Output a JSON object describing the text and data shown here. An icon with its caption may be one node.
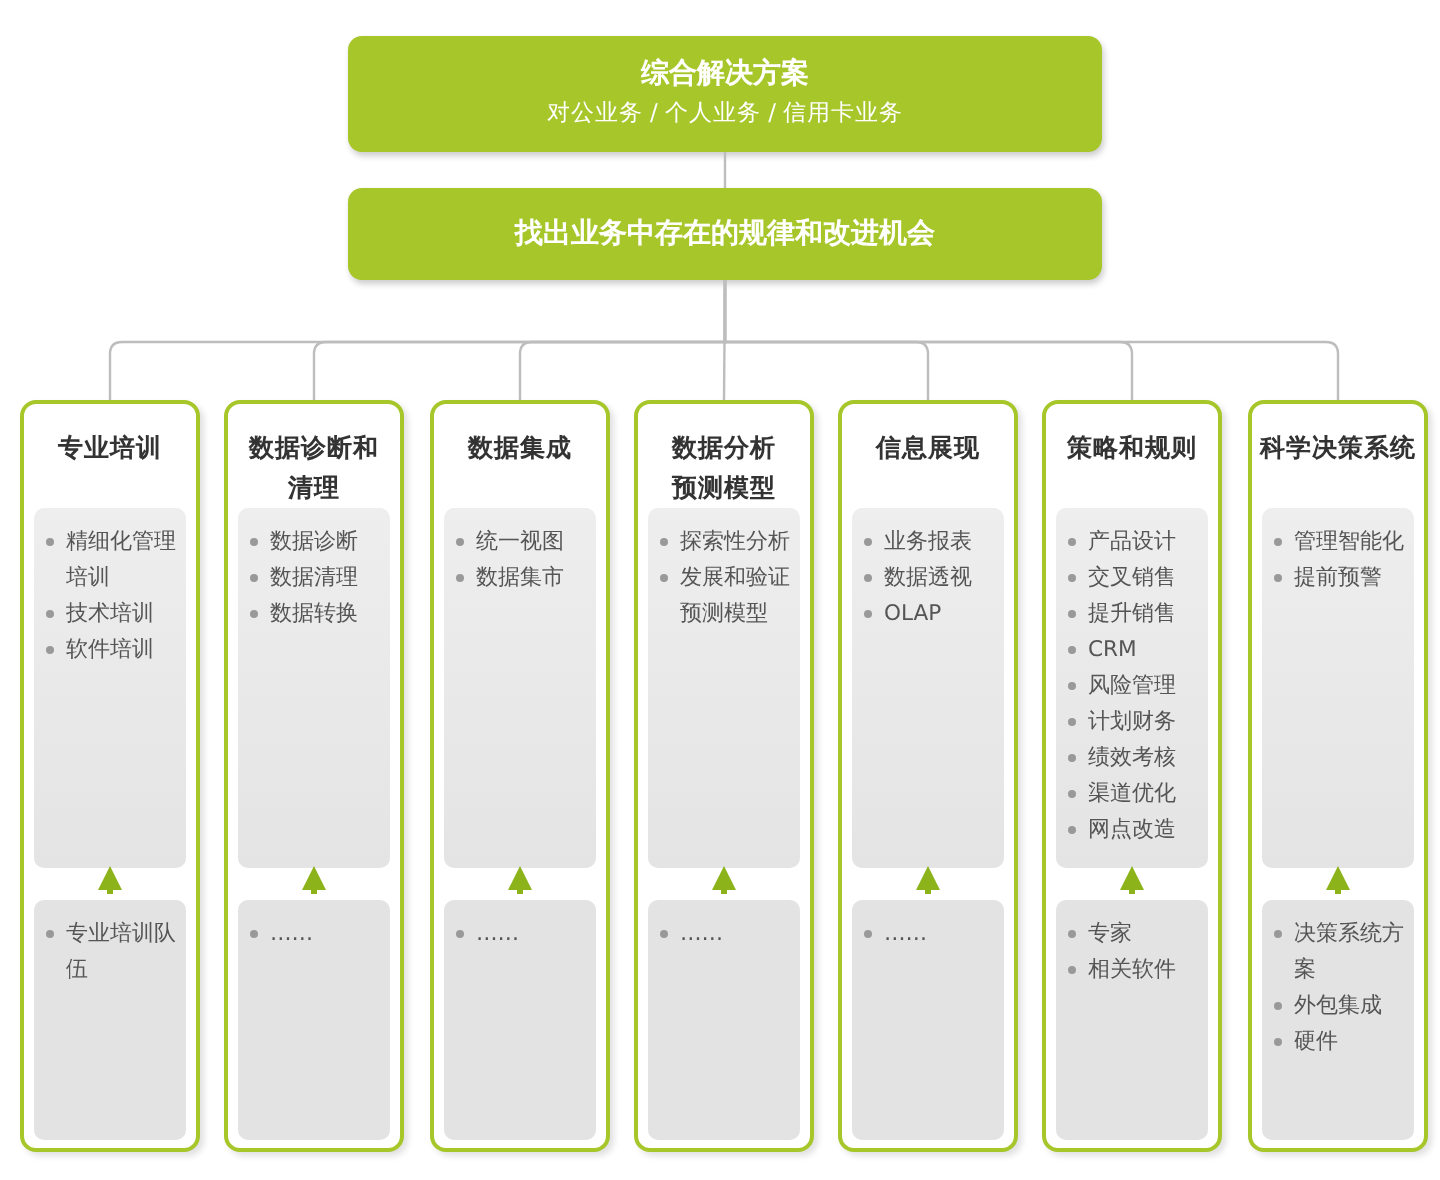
{
  "diagram": {
    "nodes": [
      {
        "text": [
          "综合解决方案",
          "对公业务 / 个人业务 / 信用卡业务"
        ]
      },
      {
        "text": [
          "找出业务中存在的规律和改进机会"
        ]
      },
      {
        "text": [
          "专业培训"
        ]
      },
      {
        "text": [
          "精细化管理培训",
          "技术培训",
          "软件培训"
        ],
        "in": 2
      },
      {
        "text": [
          "专业培训队伍"
        ],
        "in": 2
      },
      {
        "text": [
          "数据诊断和清理"
        ]
      },
      {
        "text": [
          "数据诊断",
          "数据清理",
          "数据转换"
        ],
        "in": 5
      },
      {
        "text": [
          "……"
        ],
        "in": 5
      },
      {
        "text": [
          "数据集成"
        ]
      },
      {
        "text": [
          "统一视图",
          "数据集市"
        ],
        "in": 8
      },
      {
        "text": [
          "……"
        ],
        "in": 8
      },
      {
        "text": [
          "数据分析预测模型"
        ]
      },
      {
        "text": [
          "探索性分析",
          "发展和验证预测模型"
        ],
        "in": 11
      },
      {
        "text": [
          "……"
        ],
        "in": 11
      },
      {
        "text": [
          "信息展现"
        ]
      },
      {
        "text": [
          "业务报表",
          "数据透视",
          "OLAP"
        ],
        "in": 14
      },
      {
        "text": [
          "……"
        ],
        "in": 14
      },
      {
        "text": [
          "策略和规则"
        ]
      },
      {
        "text": [
          "产品设计",
          "交叉销售",
          "提升销售",
          "CRM",
          "风险管理",
          "计划财务",
          "绩效考核",
          "渠道优化",
          "网点改造"
        ],
        "in": 17
      },
      {
        "text": [
          "专家",
          "相关软件"
        ],
        "in": 17
      },
      {
        "text": [
          "科学决策系统"
        ]
      },
      {
        "text": [
          "管理智能化",
          "提前预警"
        ],
        "in": 20
      },
      {
        "text": [
          "决策系统方案",
          "外包集成",
          "硬件"
        ],
        "in": 20
      }
    ],
    "edges": [
      {
        "from": 0,
        "to": 1,
        "arrow": "none"
      },
      {
        "from": 1,
        "to": 2,
        "arrow": "none"
      },
      {
        "from": 1,
        "to": 5,
        "arrow": "none"
      },
      {
        "from": 1,
        "to": 8,
        "arrow": "none"
      },
      {
        "from": 1,
        "to": 11,
        "arrow": "none"
      },
      {
        "from": 1,
        "to": 14,
        "arrow": "none"
      },
      {
        "from": 1,
        "to": 17,
        "arrow": "none"
      },
      {
        "from": 1,
        "to": 20,
        "arrow": "none"
      },
      {
        "from": 4,
        "to": 3,
        "arrow": "to",
        "style": "thick",
        "color": "#8db31a"
      },
      {
        "from": 7,
        "to": 6,
        "arrow": "to",
        "style": "thick",
        "color": "#8db31a"
      },
      {
        "from": 10,
        "to": 9,
        "arrow": "to",
        "style": "thick",
        "color": "#8db31a"
      },
      {
        "from": 13,
        "to": 12,
        "arrow": "to",
        "style": "thick",
        "color": "#8db31a"
      },
      {
        "from": 16,
        "to": 15,
        "arrow": "to",
        "style": "thick",
        "color": "#8db31a"
      },
      {
        "from": 19,
        "to": 18,
        "arrow": "to",
        "style": "thick",
        "color": "#8db31a"
      },
      {
        "from": 22,
        "to": 21,
        "arrow": "to",
        "style": "thick",
        "color": "#8db31a"
      }
    ]
  }
}
